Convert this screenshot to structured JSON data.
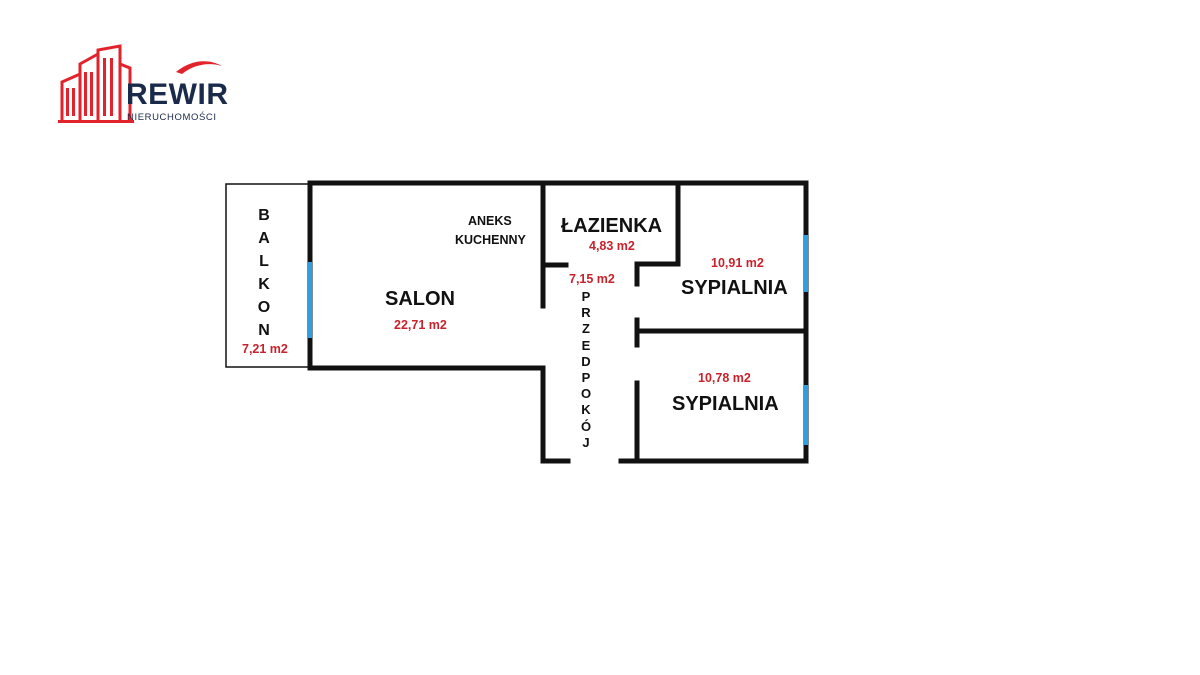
{
  "brand": {
    "name": "REWIR",
    "tagline": "NIERUCHOMOŚCI",
    "colors": {
      "red": "#e3232b",
      "navy": "#1a2a4a"
    }
  },
  "rooms": {
    "balkon": {
      "label": "BALKON",
      "area": "7,21 m2"
    },
    "aneks": {
      "label_line1": "ANEKS",
      "label_line2": "KUCHENNY"
    },
    "salon": {
      "label": "SALON",
      "area": "22,71 m2"
    },
    "lazienka": {
      "label": "ŁAZIENKA",
      "area": "4,83 m2"
    },
    "przedpokoj": {
      "label": "PRZEDPOKÓJ",
      "area": "7,15 m2"
    },
    "sypialnia1": {
      "label": "SYPIALNIA",
      "area": "10,91 m2"
    },
    "sypialnia2": {
      "label": "SYPIALNIA",
      "area": "10,78 m2"
    }
  },
  "colors": {
    "wall": "#111111",
    "window": "#2e9fe0",
    "area_text": "#c8232c"
  }
}
